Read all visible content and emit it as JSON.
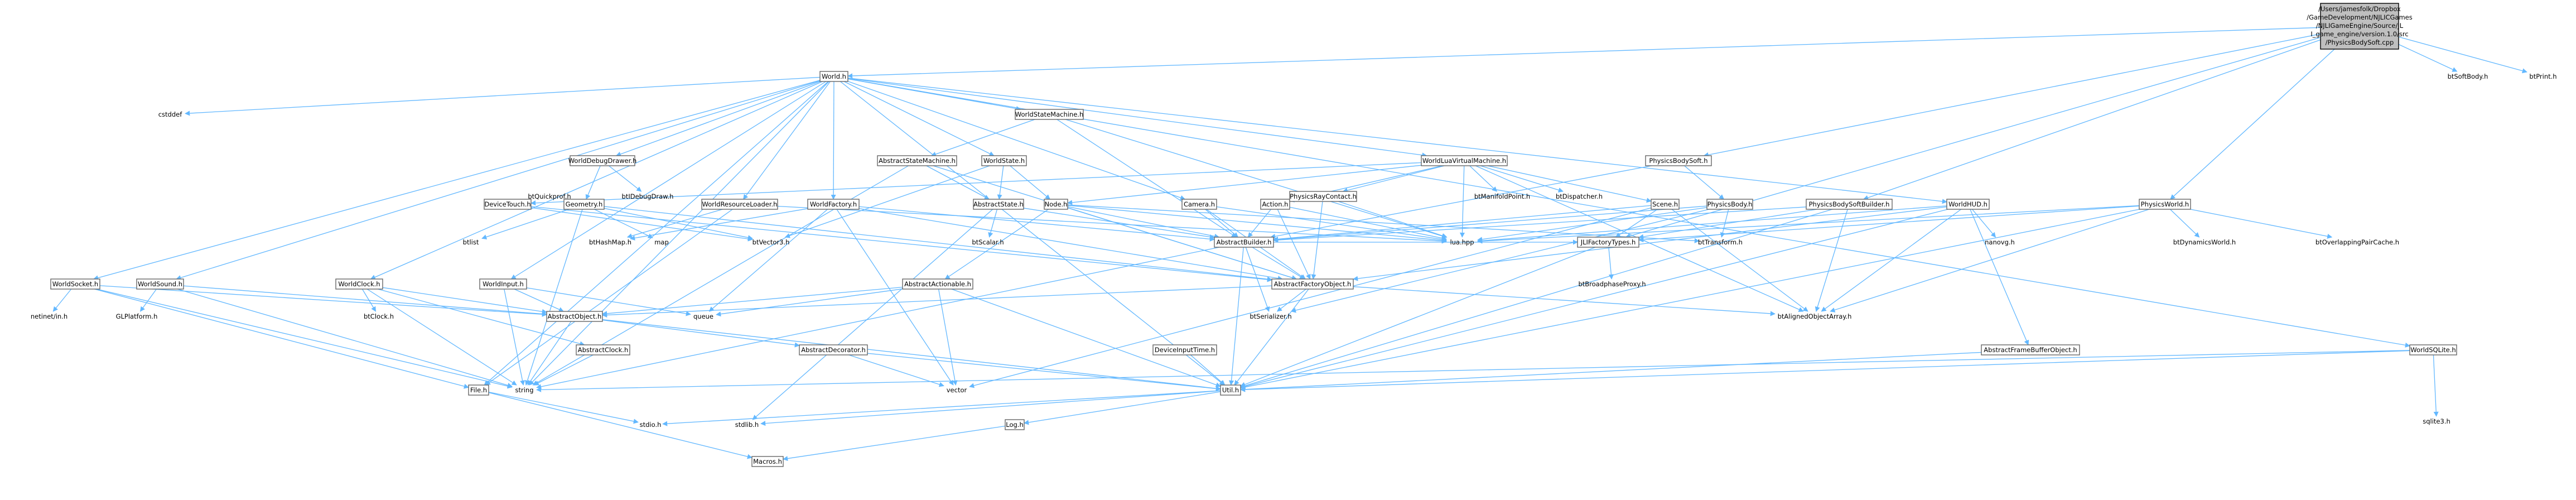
{
  "colors": {
    "edge": "#63b8ff",
    "root_fill": "#bfbfbf",
    "node_border": "#666666",
    "background": "#ffffff"
  },
  "root": {
    "label": [
      "/Users/jamesfolk/Dropbox",
      "/GameDevelopment/NJLICGames",
      "/NJLIGameEngine/Source/JL",
      "I_game_engine/version.1.0/src",
      "/PhysicsBodySoft.cpp"
    ]
  },
  "nodes": [
    {
      "id": "world_h",
      "label": "World.h"
    },
    {
      "id": "btSoftBody",
      "label": "btSoftBody.h"
    },
    {
      "id": "btPrint",
      "label": "btPrint.h"
    },
    {
      "id": "cstddef",
      "label": "cstddef"
    },
    {
      "id": "WorldStateMachine",
      "label": "WorldStateMachine.h"
    },
    {
      "id": "WorldDebugDrawer",
      "label": "WorldDebugDrawer.h"
    },
    {
      "id": "AbstractStateMachine",
      "label": "AbstractStateMachine.h"
    },
    {
      "id": "WorldState",
      "label": "WorldState.h"
    },
    {
      "id": "WorldLuaVirtualMachine",
      "label": "WorldLuaVirtualMachine.h"
    },
    {
      "id": "PhysicsBodySoft_h",
      "label": "PhysicsBodySoft.h"
    },
    {
      "id": "btQuickprof",
      "label": "btQuickprof.h"
    },
    {
      "id": "btIDebugDraw",
      "label": "btIDebugDraw.h"
    },
    {
      "id": "DeviceTouch",
      "label": "DeviceTouch.h"
    },
    {
      "id": "Geometry",
      "label": "Geometry.h"
    },
    {
      "id": "WorldResourceLoader",
      "label": "WorldResourceLoader.h"
    },
    {
      "id": "WorldFactory",
      "label": "WorldFactory.h"
    },
    {
      "id": "AbstractState",
      "label": "AbstractState.h"
    },
    {
      "id": "Node",
      "label": "Node.h"
    },
    {
      "id": "Camera",
      "label": "Camera.h"
    },
    {
      "id": "Action",
      "label": "Action.h"
    },
    {
      "id": "PhysicsRayContact",
      "label": "PhysicsRayContact.h"
    },
    {
      "id": "btManifoldPoint",
      "label": "btManifoldPoint.h"
    },
    {
      "id": "btDispatcher",
      "label": "btDispatcher.h"
    },
    {
      "id": "Scene",
      "label": "Scene.h"
    },
    {
      "id": "PhysicsBody",
      "label": "PhysicsBody.h"
    },
    {
      "id": "PhysicsBodySoftBuilder",
      "label": "PhysicsBodySoftBuilder.h"
    },
    {
      "id": "WorldHUD",
      "label": "WorldHUD.h"
    },
    {
      "id": "PhysicsWorld",
      "label": "PhysicsWorld.h"
    },
    {
      "id": "btVector3",
      "label": "btVector3.h"
    },
    {
      "id": "btHashMap",
      "label": "btHashMap.h"
    },
    {
      "id": "map",
      "label": "map"
    },
    {
      "id": "btScalar",
      "label": "btScalar.h"
    },
    {
      "id": "AbstractBuilder",
      "label": "AbstractBuilder.h"
    },
    {
      "id": "lua_hpp",
      "label": "lua.hpp"
    },
    {
      "id": "JLIFactoryTypes",
      "label": "JLIFactoryTypes.h"
    },
    {
      "id": "btTransform",
      "label": "btTransform.h"
    },
    {
      "id": "nanovg",
      "label": "nanovg.h"
    },
    {
      "id": "btDynamicsWorld",
      "label": "btDynamicsWorld.h"
    },
    {
      "id": "btOverlappingPairCache",
      "label": "btOverlappingPairCache.h"
    },
    {
      "id": "btlist",
      "label": "btlist"
    },
    {
      "id": "WorldSocket",
      "label": "WorldSocket.h"
    },
    {
      "id": "WorldSound",
      "label": "WorldSound.h"
    },
    {
      "id": "WorldClock",
      "label": "WorldClock.h"
    },
    {
      "id": "WorldInput",
      "label": "WorldInput.h"
    },
    {
      "id": "AbstractActionable",
      "label": "AbstractActionable.h"
    },
    {
      "id": "AbstractFactoryObject",
      "label": "AbstractFactoryObject.h"
    },
    {
      "id": "btBroadphaseProxy",
      "label": "btBroadphaseProxy.h"
    },
    {
      "id": "netinet_in",
      "label": "netinet/in.h"
    },
    {
      "id": "GLPlatform",
      "label": "GLPlatform.h"
    },
    {
      "id": "btClock",
      "label": "btClock.h"
    },
    {
      "id": "queue",
      "label": "queue"
    },
    {
      "id": "AbstractObject",
      "label": "AbstractObject.h"
    },
    {
      "id": "btSerializer",
      "label": "btSerializer.h"
    },
    {
      "id": "btAlignedObjectArray",
      "label": "btAlignedObjectArray.h"
    },
    {
      "id": "AbstractClock",
      "label": "AbstractClock.h"
    },
    {
      "id": "AbstractDecorator",
      "label": "AbstractDecorator.h"
    },
    {
      "id": "DeviceInputTime",
      "label": "DeviceInputTime.h"
    },
    {
      "id": "AbstractFrameBufferObject",
      "label": "AbstractFrameBufferObject.h"
    },
    {
      "id": "WorldSQLite",
      "label": "WorldSQLite.h"
    },
    {
      "id": "File",
      "label": "File.h"
    },
    {
      "id": "string",
      "label": "string"
    },
    {
      "id": "vector",
      "label": "vector"
    },
    {
      "id": "Util",
      "label": "Util.h"
    },
    {
      "id": "sqlite3",
      "label": "sqlite3.h"
    },
    {
      "id": "stdio",
      "label": "stdio.h"
    },
    {
      "id": "stdlib",
      "label": "stdlib.h"
    },
    {
      "id": "Log",
      "label": "Log.h"
    },
    {
      "id": "Macros",
      "label": "Macros.h"
    }
  ],
  "edges": [
    [
      "root",
      "world_h"
    ],
    [
      "root",
      "btSoftBody"
    ],
    [
      "root",
      "btPrint"
    ],
    [
      "root",
      "PhysicsBodySoft_h"
    ],
    [
      "root",
      "PhysicsBodySoftBuilder"
    ],
    [
      "root",
      "PhysicsWorld"
    ],
    [
      "root",
      "JLIFactoryTypes"
    ],
    [
      "world_h",
      "cstddef"
    ],
    [
      "world_h",
      "WorldStateMachine"
    ],
    [
      "world_h",
      "WorldDebugDrawer"
    ],
    [
      "world_h",
      "WorldState"
    ],
    [
      "world_h",
      "WorldLuaVirtualMachine"
    ],
    [
      "world_h",
      "WorldResourceLoader"
    ],
    [
      "world_h",
      "WorldFactory"
    ],
    [
      "world_h",
      "Camera"
    ],
    [
      "world_h",
      "WorldHUD"
    ],
    [
      "world_h",
      "WorldSocket"
    ],
    [
      "world_h",
      "WorldSound"
    ],
    [
      "world_h",
      "WorldClock"
    ],
    [
      "world_h",
      "WorldInput"
    ],
    [
      "world_h",
      "WorldSQLite"
    ],
    [
      "world_h",
      "File"
    ],
    [
      "world_h",
      "string"
    ],
    [
      "world_h",
      "Util"
    ],
    [
      "WorldStateMachine",
      "AbstractStateMachine"
    ],
    [
      "WorldStateMachine",
      "AbstractBuilder"
    ],
    [
      "WorldStateMachine",
      "lua_hpp"
    ],
    [
      "WorldDebugDrawer",
      "btIDebugDraw"
    ],
    [
      "WorldDebugDrawer",
      "Geometry"
    ],
    [
      "AbstractStateMachine",
      "AbstractState"
    ],
    [
      "AbstractStateMachine",
      "AbstractFactoryObject"
    ],
    [
      "AbstractStateMachine",
      "string"
    ],
    [
      "WorldState",
      "AbstractState"
    ],
    [
      "WorldState",
      "Node"
    ],
    [
      "WorldState",
      "btVector3"
    ],
    [
      "WorldLuaVirtualMachine",
      "btManifoldPoint"
    ],
    [
      "WorldLuaVirtualMachine",
      "btDispatcher"
    ],
    [
      "WorldLuaVirtualMachine",
      "Scene"
    ],
    [
      "WorldLuaVirtualMachine",
      "Action"
    ],
    [
      "WorldLuaVirtualMachine",
      "PhysicsRayContact"
    ],
    [
      "WorldLuaVirtualMachine",
      "lua_hpp"
    ],
    [
      "WorldLuaVirtualMachine",
      "Node"
    ],
    [
      "WorldLuaVirtualMachine",
      "DeviceTouch"
    ],
    [
      "WorldLuaVirtualMachine",
      "btAlignedObjectArray"
    ],
    [
      "PhysicsBodySoft_h",
      "PhysicsBody"
    ],
    [
      "PhysicsBodySoft_h",
      "AbstractBuilder"
    ],
    [
      "DeviceTouch",
      "btVector3"
    ],
    [
      "DeviceTouch",
      "AbstractFactoryObject"
    ],
    [
      "Geometry",
      "btlist"
    ],
    [
      "Geometry",
      "btVector3"
    ],
    [
      "Geometry",
      "AbstractFactoryObject"
    ],
    [
      "Geometry",
      "string"
    ],
    [
      "Geometry",
      "map"
    ],
    [
      "WorldResourceLoader",
      "btHashMap"
    ],
    [
      "WorldResourceLoader",
      "File"
    ],
    [
      "WorldResourceLoader",
      "lua_hpp"
    ],
    [
      "WorldFactory",
      "AbstractFactoryObject"
    ],
    [
      "WorldFactory",
      "AbstractBuilder"
    ],
    [
      "WorldFactory",
      "queue"
    ],
    [
      "WorldFactory",
      "btHashMap"
    ],
    [
      "WorldFactory",
      "vector"
    ],
    [
      "AbstractState",
      "btScalar"
    ],
    [
      "AbstractState",
      "AbstractBuilder"
    ],
    [
      "AbstractState",
      "stdlib"
    ],
    [
      "Node",
      "AbstractBuilder"
    ],
    [
      "Node",
      "AbstractActionable"
    ],
    [
      "Node",
      "AbstractFactoryObject"
    ],
    [
      "Node",
      "lua_hpp"
    ],
    [
      "Node",
      "btTransform"
    ],
    [
      "Camera",
      "AbstractBuilder"
    ],
    [
      "Camera",
      "lua_hpp"
    ],
    [
      "Camera",
      "AbstractFactoryObject"
    ],
    [
      "Action",
      "AbstractBuilder"
    ],
    [
      "Action",
      "AbstractFactoryObject"
    ],
    [
      "Action",
      "lua_hpp"
    ],
    [
      "PhysicsRayContact",
      "AbstractFactoryObject"
    ],
    [
      "PhysicsRayContact",
      "lua_hpp"
    ],
    [
      "Scene",
      "JLIFactoryTypes"
    ],
    [
      "Scene",
      "AbstractBuilder"
    ],
    [
      "Scene",
      "btAlignedObjectArray"
    ],
    [
      "Scene",
      "vector"
    ],
    [
      "PhysicsBody",
      "AbstractBuilder"
    ],
    [
      "PhysicsBody",
      "btTransform"
    ],
    [
      "PhysicsBody",
      "btSerializer"
    ],
    [
      "PhysicsBody",
      "lua_hpp"
    ],
    [
      "PhysicsBodySoftBuilder",
      "AbstractBuilder"
    ],
    [
      "PhysicsBodySoftBuilder",
      "JLIFactoryTypes"
    ],
    [
      "PhysicsBodySoftBuilder",
      "btAlignedObjectArray"
    ],
    [
      "PhysicsBodySoftBuilder",
      "Util"
    ],
    [
      "WorldHUD",
      "nanovg"
    ],
    [
      "WorldHUD",
      "AbstractFrameBufferObject"
    ],
    [
      "WorldHUD",
      "lua_hpp"
    ],
    [
      "WorldHUD",
      "AbstractFactoryObject"
    ],
    [
      "WorldHUD",
      "btAlignedObjectArray"
    ],
    [
      "WorldHUD",
      "Util"
    ],
    [
      "PhysicsWorld",
      "btDynamicsWorld"
    ],
    [
      "PhysicsWorld",
      "btOverlappingPairCache"
    ],
    [
      "PhysicsWorld",
      "JLIFactoryTypes"
    ],
    [
      "PhysicsWorld",
      "lua_hpp"
    ],
    [
      "PhysicsWorld",
      "btAlignedObjectArray"
    ],
    [
      "PhysicsWorld",
      "Util"
    ],
    [
      "AbstractBuilder",
      "AbstractFactoryObject"
    ],
    [
      "AbstractBuilder",
      "JLIFactoryTypes"
    ],
    [
      "AbstractBuilder",
      "Util"
    ],
    [
      "AbstractBuilder",
      "string"
    ],
    [
      "AbstractBuilder",
      "btSerializer"
    ],
    [
      "AbstractFactoryObject",
      "AbstractObject"
    ],
    [
      "AbstractFactoryObject",
      "btSerializer"
    ],
    [
      "AbstractFactoryObject",
      "Util"
    ],
    [
      "AbstractFactoryObject",
      "btAlignedObjectArray"
    ],
    [
      "JLIFactoryTypes",
      "btBroadphaseProxy"
    ],
    [
      "JLIFactoryTypes",
      "Util"
    ],
    [
      "AbstractActionable",
      "AbstractObject"
    ],
    [
      "AbstractActionable",
      "queue"
    ],
    [
      "AbstractActionable",
      "vector"
    ],
    [
      "AbstractActionable",
      "Util"
    ],
    [
      "WorldSocket",
      "netinet_in"
    ],
    [
      "WorldSocket",
      "AbstractObject"
    ],
    [
      "WorldSocket",
      "string"
    ],
    [
      "WorldSocket",
      "File"
    ],
    [
      "WorldSound",
      "GLPlatform"
    ],
    [
      "WorldSound",
      "AbstractObject"
    ],
    [
      "WorldSound",
      "string"
    ],
    [
      "WorldClock",
      "btClock"
    ],
    [
      "WorldClock",
      "AbstractClock"
    ],
    [
      "WorldClock",
      "AbstractObject"
    ],
    [
      "WorldClock",
      "string"
    ],
    [
      "WorldInput",
      "AbstractObject"
    ],
    [
      "WorldInput",
      "queue"
    ],
    [
      "WorldInput",
      "string"
    ],
    [
      "AbstractObject",
      "string"
    ],
    [
      "AbstractObject",
      "AbstractDecorator"
    ],
    [
      "AbstractObject",
      "Util"
    ],
    [
      "AbstractClock",
      "string"
    ],
    [
      "AbstractDecorator",
      "vector"
    ],
    [
      "AbstractDecorator",
      "Util"
    ],
    [
      "DeviceInputTime",
      "Util"
    ],
    [
      "AbstractFrameBufferObject",
      "Util"
    ],
    [
      "WorldSQLite",
      "sqlite3"
    ],
    [
      "WorldSQLite",
      "Util"
    ],
    [
      "WorldSQLite",
      "string"
    ],
    [
      "File",
      "stdio"
    ],
    [
      "File",
      "Macros"
    ],
    [
      "Util",
      "stdio"
    ],
    [
      "Util",
      "stdlib"
    ],
    [
      "Util",
      "Log"
    ],
    [
      "Log",
      "Macros"
    ]
  ]
}
